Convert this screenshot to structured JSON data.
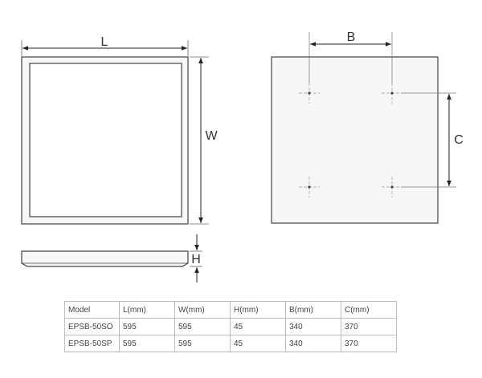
{
  "labels": {
    "length": "L",
    "width": "W",
    "height": "H",
    "mount_b": "B",
    "mount_c": "C"
  },
  "colors": {
    "line": "#444444",
    "panel_fill": "#f7f7f7",
    "dim_line": "#222222",
    "center_mark": "#9a9a9a"
  },
  "table": {
    "headers": [
      "Model",
      "L(mm)",
      "W(mm)",
      "H(mm)",
      "B(mm)",
      "C(mm)"
    ],
    "rows": [
      [
        "EPSB-50SO",
        "595",
        "595",
        "45",
        "340",
        "370"
      ],
      [
        "EPSB-50SP",
        "595",
        "595",
        "45",
        "340",
        "370"
      ]
    ]
  }
}
